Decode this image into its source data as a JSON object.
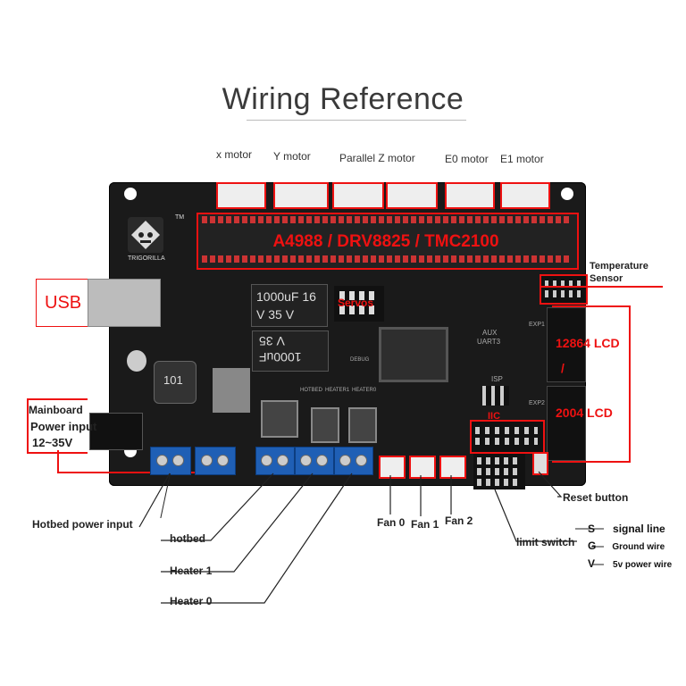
{
  "title": "Wiring Reference",
  "top_labels": [
    "x motor",
    "Y motor",
    "Parallel Z motor",
    "E0 motor",
    "E1 motor"
  ],
  "driver_label": "A4988 / DRV8825 / TMC2100",
  "servos_label": "Servos",
  "usb_label": "USB",
  "temp_label_1": "Temperature",
  "temp_label_2": "Sensor",
  "lcd_12864": "12864 LCD",
  "lcd_2004": "2004 LCD",
  "lcd_slash": "/",
  "power_1": "Mainboard",
  "power_2": "Power input",
  "power_3": "12~35V",
  "bottom_labels": {
    "hotbed_power": "Hotbed power input",
    "hotbed": "hotbed",
    "heater1": "Heater 1",
    "heater0": "Heater 0",
    "fan0": "Fan 0",
    "fan1": "Fan 1",
    "fan2": "Fan 2",
    "limit": "limit switch",
    "reset": "Reset button"
  },
  "legend": [
    {
      "key": "S",
      "text": "signal line"
    },
    {
      "key": "G",
      "text": "Ground wire"
    },
    {
      "key": "V",
      "text": "5v power wire"
    }
  ],
  "board_text": {
    "brand": "TRIGORILLA",
    "tm": "TM",
    "cap1": "1000uF 16",
    "cap1b": "V 35 V",
    "cap2": "1000uF",
    "cap2b": "V 35",
    "inductor": "101",
    "aux": "AUX",
    "uart": "UART3",
    "isp": "ISP",
    "iic": "IIC",
    "exp1": "EXP1",
    "exp2": "EXP2",
    "debug": "DEBUG",
    "hotbed_silk": "HOTBED",
    "heater1_silk": "HEATER1",
    "heater0_silk": "HEATER0"
  },
  "colors": {
    "accent": "#e11111",
    "board": "#1a1a1a",
    "terminal": "#1f5fb5"
  }
}
